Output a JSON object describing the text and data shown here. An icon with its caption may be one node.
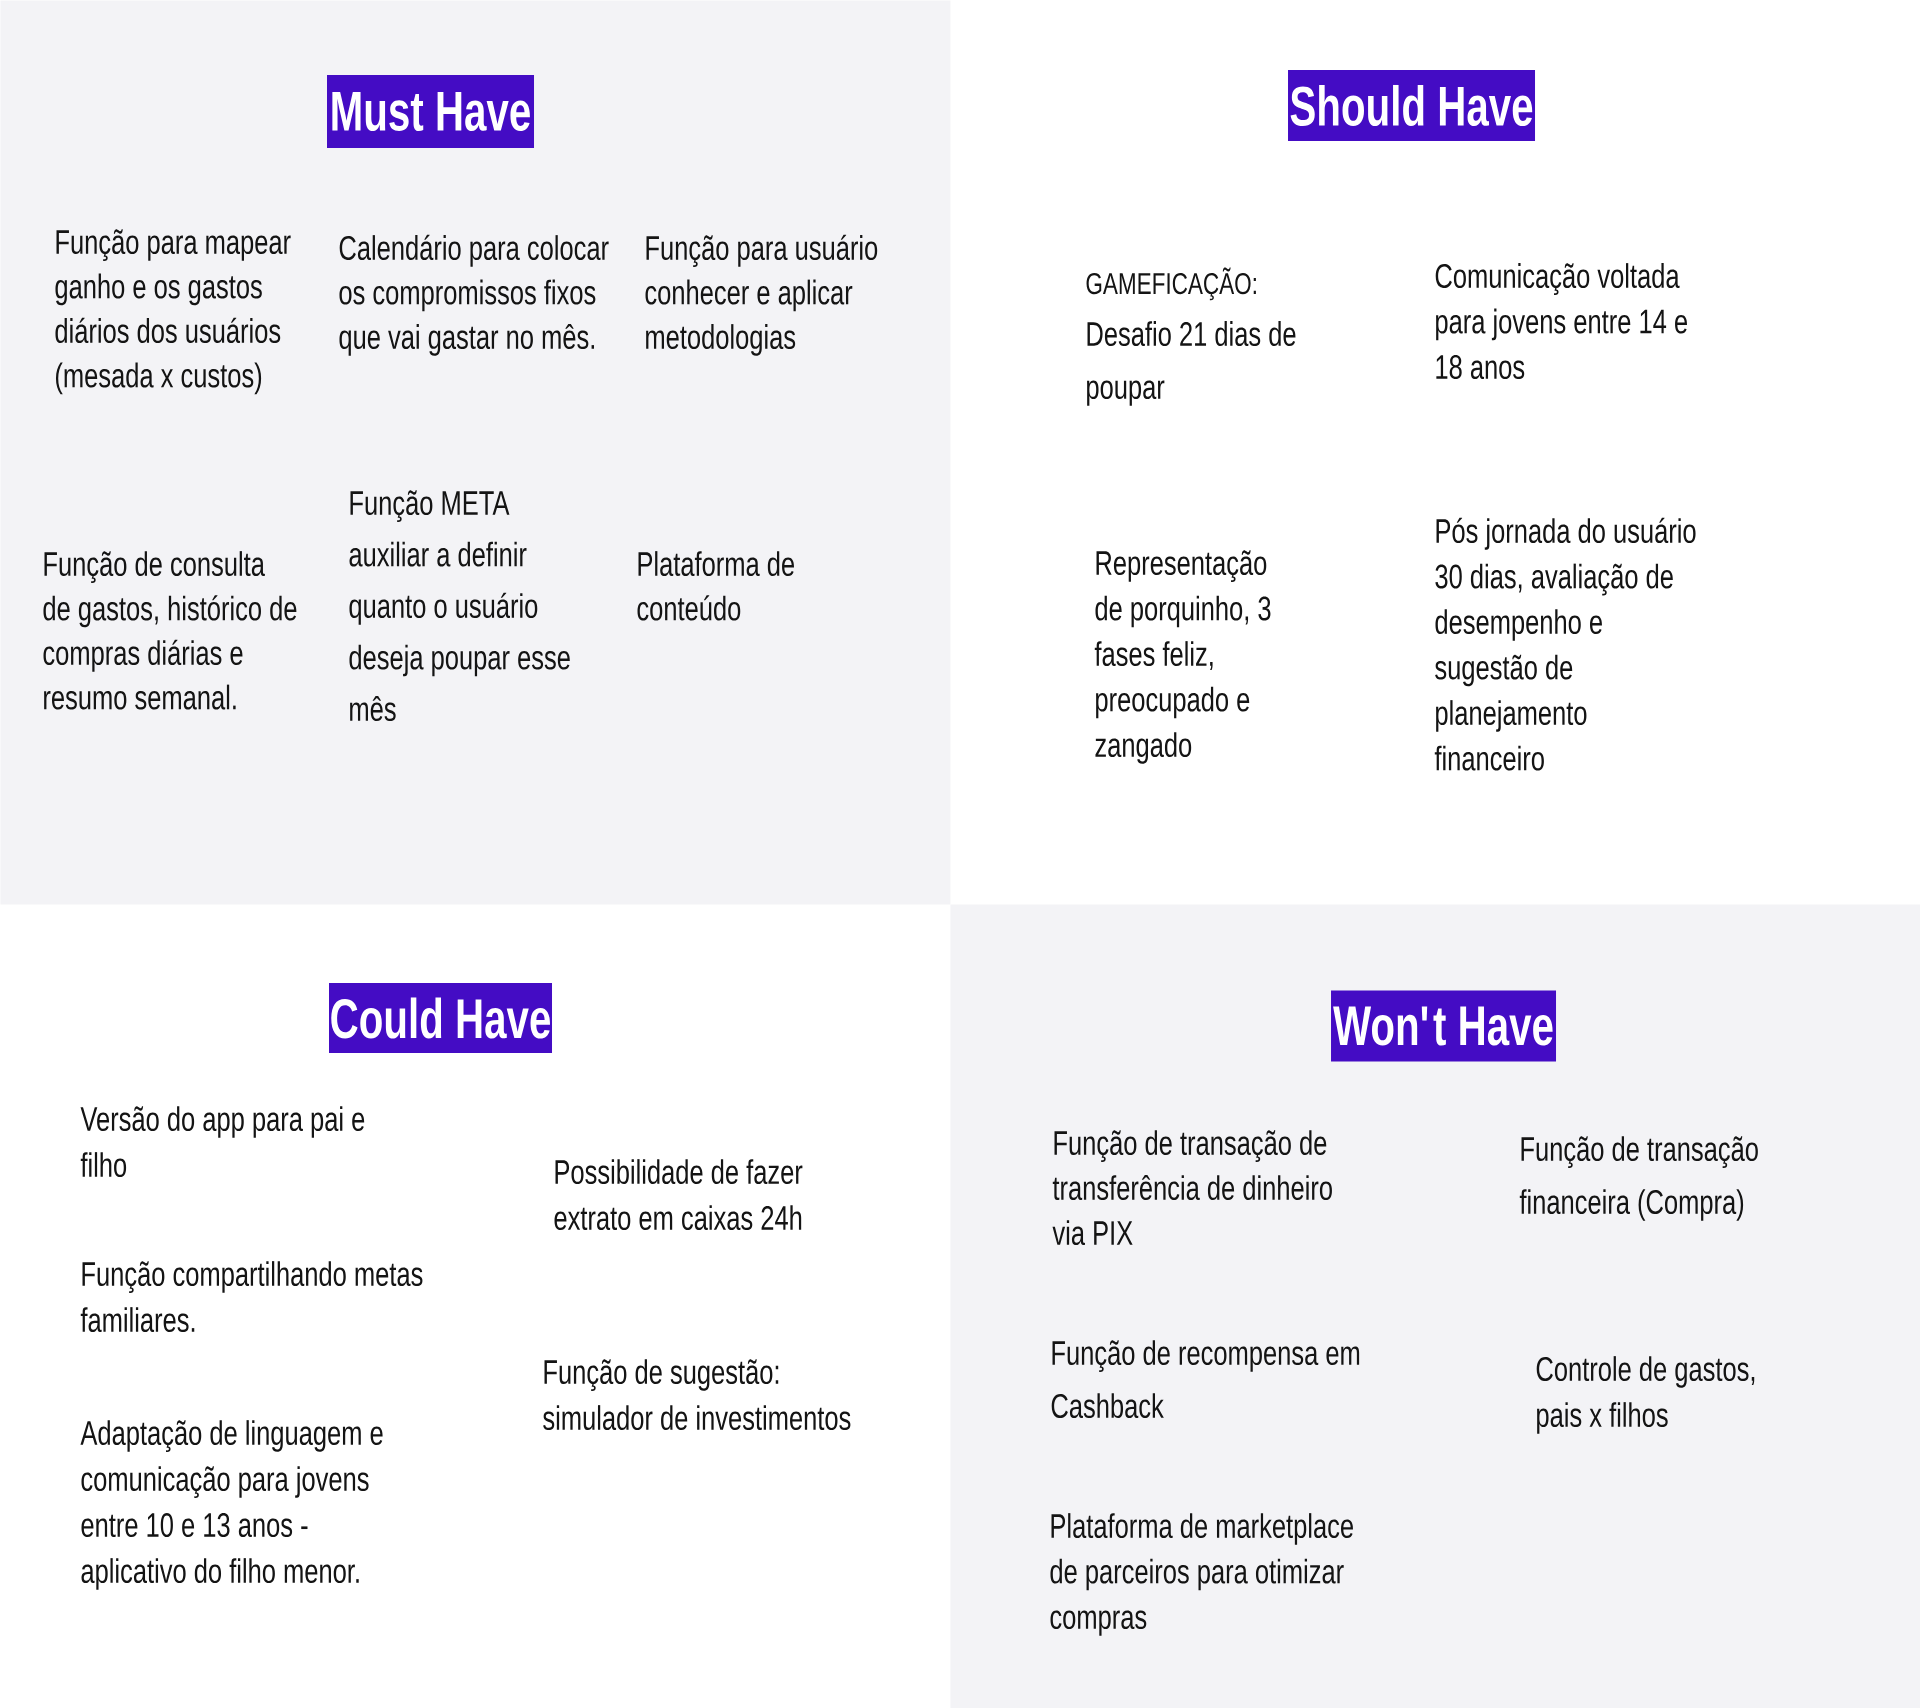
{
  "diagram": {
    "nodes": [
      {
        "text": [
          "Função para mapear ganho e os gastos diários dos usuários (mesada x custos)",
          "Calendário para colocar os compromissos fixos que vai gastar no mês.",
          "Função para usuário conhecer e aplicar metodologias",
          "Função de consulta de gastos, histórico de compras diárias e resumo semanal.",
          "Função META auxiliar a definir quanto o usuário deseja poupar esse mês",
          "Plataforma de conteúdo"
        ]
      },
      {
        "text": [
          "Must Have"
        ],
        "in": 0
      },
      {
        "text": [
          "GAMEFICAÇÃO:",
          "Desafio 21 dias de poupar",
          "Comunicação voltada para jovens entre 14 e 18 anos",
          "Representação de porquinho, 3 fases feliz, preocupado e zangado",
          "Pós jornada do usuário 30 dias, avaliação de desempenho e sugestão de planejamento financeiro"
        ]
      },
      {
        "text": [
          "Should Have"
        ]
      },
      {
        "text": [
          "Versão do app para pai e filho",
          "Possibilidade de fazer extrato em caixas 24h",
          "Função compartilhando metas familiares.",
          "Função de sugestão: simulador de investimentos",
          "Adaptação de linguagem e comunicação para jovens entre 10 e 13 anos - aplicativo do filho menor."
        ]
      },
      {
        "text": [
          "Could Have"
        ]
      },
      {
        "text": [
          "Função de transação de transferência de dinheiro via PIX",
          "Função de transação financeira (Compra)",
          "Função de recompensa em Cashback",
          "Controle de gastos, pais x filhos",
          "Plataforma de marketplace de parceiros para otimizar compras"
        ]
      },
      {
        "text": [
          "Won't Have"
        ],
        "in": 6
      }
    ]
  }
}
